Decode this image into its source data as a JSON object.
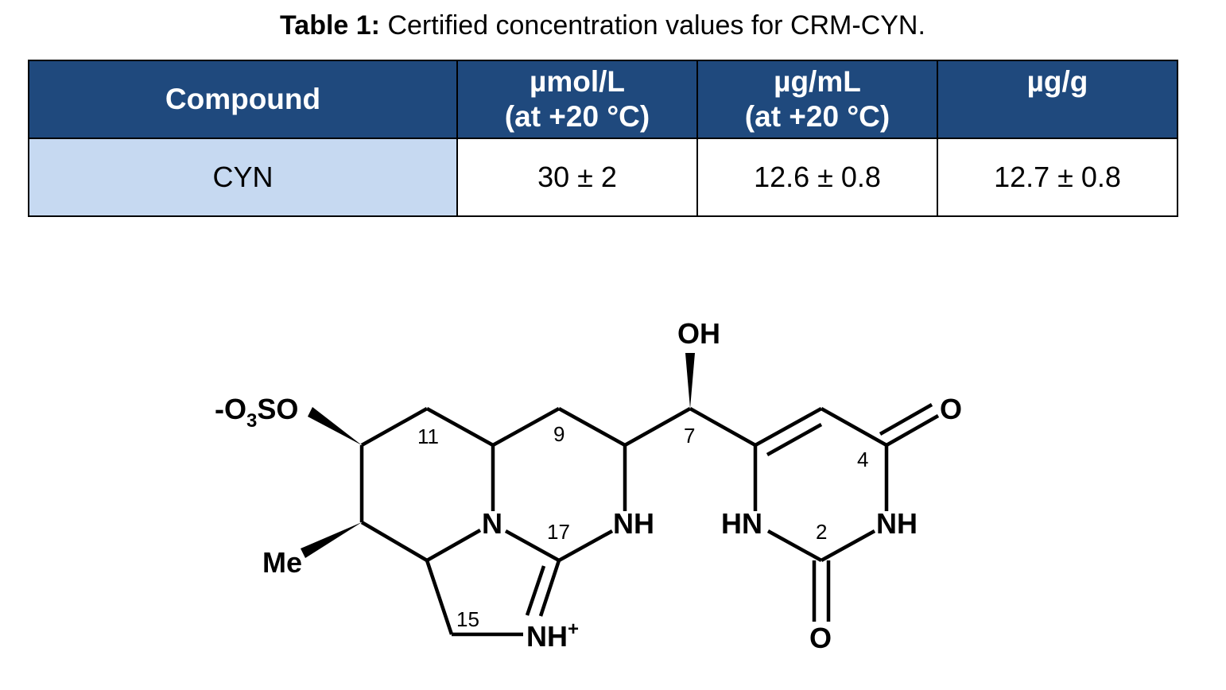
{
  "caption": {
    "label": "Table 1:",
    "text": "Certified concentration values for CRM-CYN."
  },
  "table": {
    "headers": [
      {
        "line1": "Compound",
        "line2": ""
      },
      {
        "line1": "µmol/L",
        "line2": "(at +20 °C)"
      },
      {
        "line1": "µg/mL",
        "line2": "(at +20 °C)"
      },
      {
        "line1": "µg/g",
        "line2": ""
      }
    ],
    "rows": [
      {
        "compound": "CYN",
        "umol_per_l": "30 ± 2",
        "ug_per_ml": "12.6 ± 0.8",
        "ug_per_g": "12.7 ± 0.8"
      }
    ],
    "colors": {
      "header_bg": "#1f497d",
      "header_text": "#ffffff",
      "compound_cell_bg": "#c6d9f1"
    }
  },
  "structure": {
    "atoms": {
      "oh": "OH",
      "so3_minus": "-O",
      "so3_sub": "3",
      "so3_rest": "SO",
      "me": "Me",
      "n_bridge": "N",
      "nh_ring": "NH",
      "hn_left": "HN",
      "nh_right": "NH",
      "o_top": "O",
      "o_bottom": "O",
      "nh_plus": "NH",
      "plus": "+"
    },
    "locants": {
      "c11": "11",
      "c9": "9",
      "c7": "7",
      "c4": "4",
      "c17": "17",
      "c2": "2",
      "c15": "15"
    }
  }
}
